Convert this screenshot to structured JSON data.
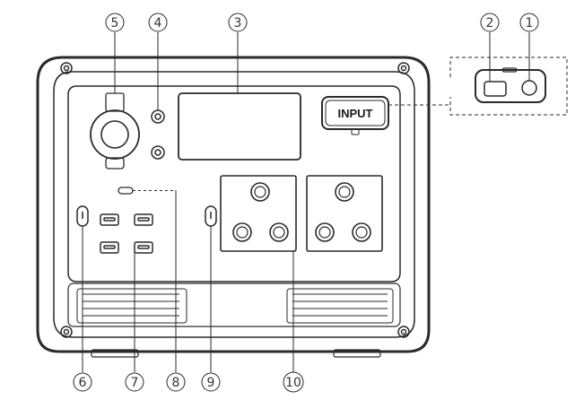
{
  "device": {
    "input_port_label": "INPUT"
  },
  "callouts": [
    {
      "number": "1",
      "meaning": "DC input port (round)"
    },
    {
      "number": "2",
      "meaning": "DC input port (rectangular)"
    },
    {
      "number": "3",
      "meaning": "Display screen"
    },
    {
      "number": "4",
      "meaning": "DC 5521 output ports"
    },
    {
      "number": "5",
      "meaning": "Car charger output socket"
    },
    {
      "number": "6",
      "meaning": "DC/USB power button"
    },
    {
      "number": "7",
      "meaning": "USB output ports"
    },
    {
      "number": "8",
      "meaning": "Indicator light"
    },
    {
      "number": "9",
      "meaning": "AC power button"
    },
    {
      "number": "10",
      "meaning": "AC output sockets"
    }
  ]
}
